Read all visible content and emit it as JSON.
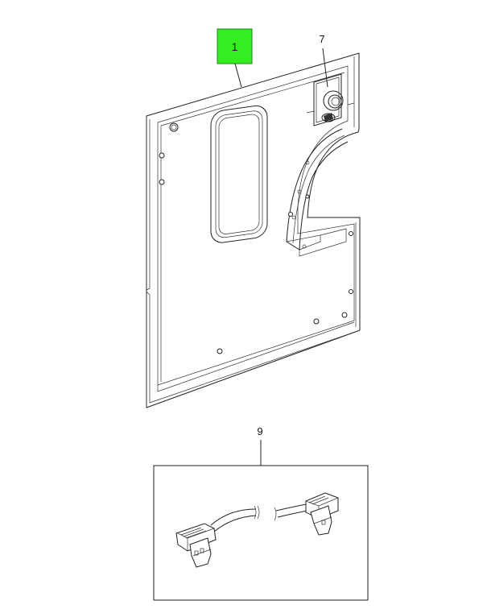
{
  "callouts": {
    "part_1": "1",
    "part_7": "7",
    "part_9": "9"
  },
  "colors": {
    "highlight": "#33ee22",
    "line": "#222222",
    "background": "#ffffff"
  }
}
